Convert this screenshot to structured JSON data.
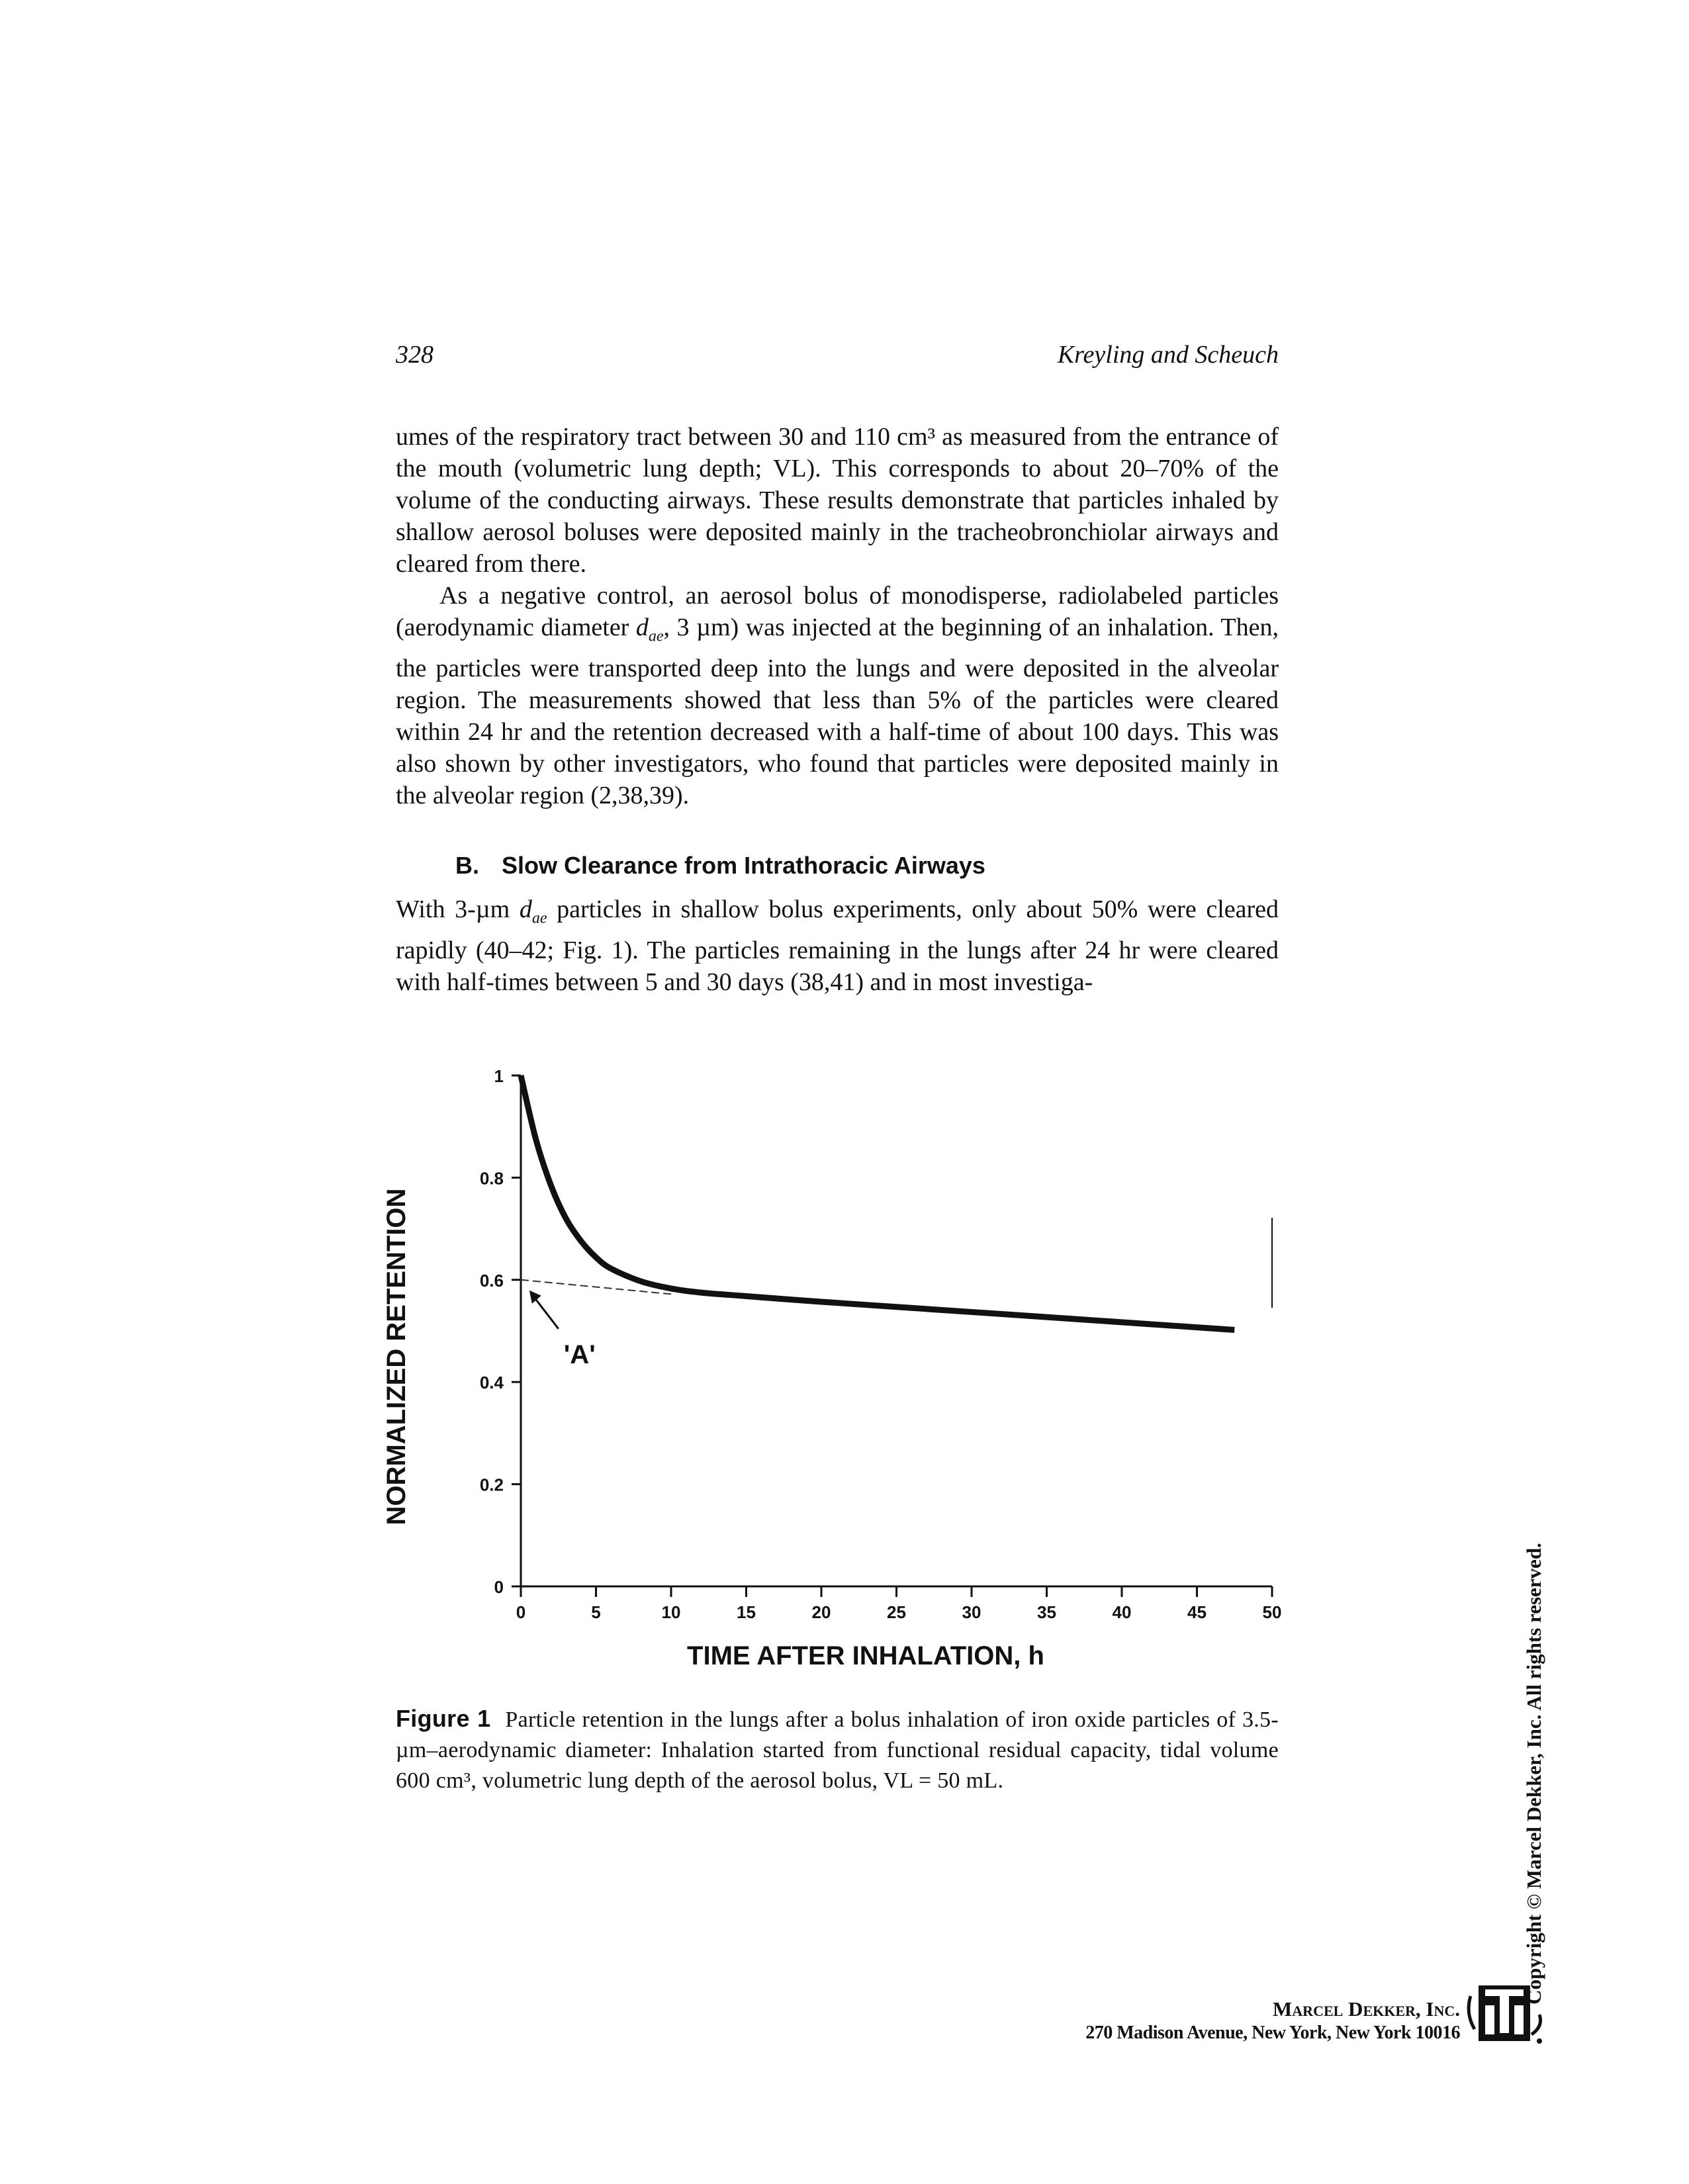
{
  "header": {
    "page_number": "328",
    "running_head": "Kreyling and Scheuch"
  },
  "body": {
    "p1": "umes of the respiratory tract between 30 and 110 cm³ as measured from the entrance of the mouth (volumetric lung depth; VL). This corresponds to about 20–70% of the volume of the conducting airways. These results demonstrate that particles inhaled by shallow aerosol boluses were deposited mainly in the tracheobronchiolar airways and cleared from there.",
    "p2": {
      "before_d": "As a negative control, an aerosol bolus of monodisperse, radiolabeled particles (aerodynamic diameter ",
      "d": "d",
      "d_sub": "ae",
      "after_d": ", 3 µm) was injected at the beginning of an inhalation. Then, the particles were transported deep into the lungs and were deposited in the alveolar region. The measurements showed that less than 5% of the particles were cleared within 24 hr and the retention decreased with a half-time of about 100 days. This was also shown by other investigators, who found that particles were deposited mainly in the alveolar region (2,38,39)."
    },
    "section_number": "B.",
    "section_title": "Slow Clearance from Intrathoracic Airways",
    "p3": {
      "before_d": "With 3-µm ",
      "d": "d",
      "d_sub": "ae",
      "after_d": " particles in shallow bolus experiments, only about 50% were cleared rapidly (40–42; Fig. 1). The particles remaining in the lungs after 24 hr were cleared with half-times between 5 and 30 days (38,41) and in most investiga-"
    }
  },
  "figure": {
    "chart_data": {
      "type": "line",
      "xlabel": "TIME AFTER INHALATION, h",
      "ylabel": "NORMALIZED RETENTION",
      "xlim": [
        0,
        50
      ],
      "ylim": [
        0,
        1
      ],
      "x_ticks": [
        "0",
        "5",
        "10",
        "15",
        "20",
        "25",
        "30",
        "35",
        "40",
        "45",
        "50"
      ],
      "y_ticks": [
        "0",
        "0.2",
        "0.4",
        "0.6",
        "0.8",
        "1"
      ],
      "grid": false,
      "series": [
        {
          "style": "solid-thick",
          "x": [
            0,
            1,
            2,
            3,
            4,
            5,
            6,
            8,
            10,
            12,
            15,
            20,
            25,
            30,
            35,
            40,
            45,
            47.5
          ],
          "y": [
            1.0,
            0.875,
            0.785,
            0.72,
            0.676,
            0.644,
            0.622,
            0.597,
            0.583,
            0.575,
            0.568,
            0.557,
            0.547,
            0.537,
            0.527,
            0.517,
            0.507,
            0.502
          ]
        },
        {
          "style": "dashed-extrapolation",
          "x": [
            0,
            10
          ],
          "y": [
            0.6,
            0.572
          ]
        }
      ],
      "annotations": [
        {
          "text": "'A'",
          "points_to": {
            "x": 0.3,
            "y": 0.6
          }
        }
      ]
    },
    "caption_label": "Figure 1",
    "caption_text": "Particle retention in the lungs after a bolus inhalation of iron oxide particles of 3.5-µm–aerodynamic diameter: Inhalation started from functional residual capacity, tidal volume 600 cm³, volumetric lung depth of the aerosol bolus, VL = 50 mL."
  },
  "footer": {
    "copyright": "Copyright © Marcel Dekker, Inc. All rights reserved.",
    "publisher_name": "Marcel Dekker, Inc.",
    "publisher_address": "270 Madison Avenue, New York, New York 10016"
  }
}
